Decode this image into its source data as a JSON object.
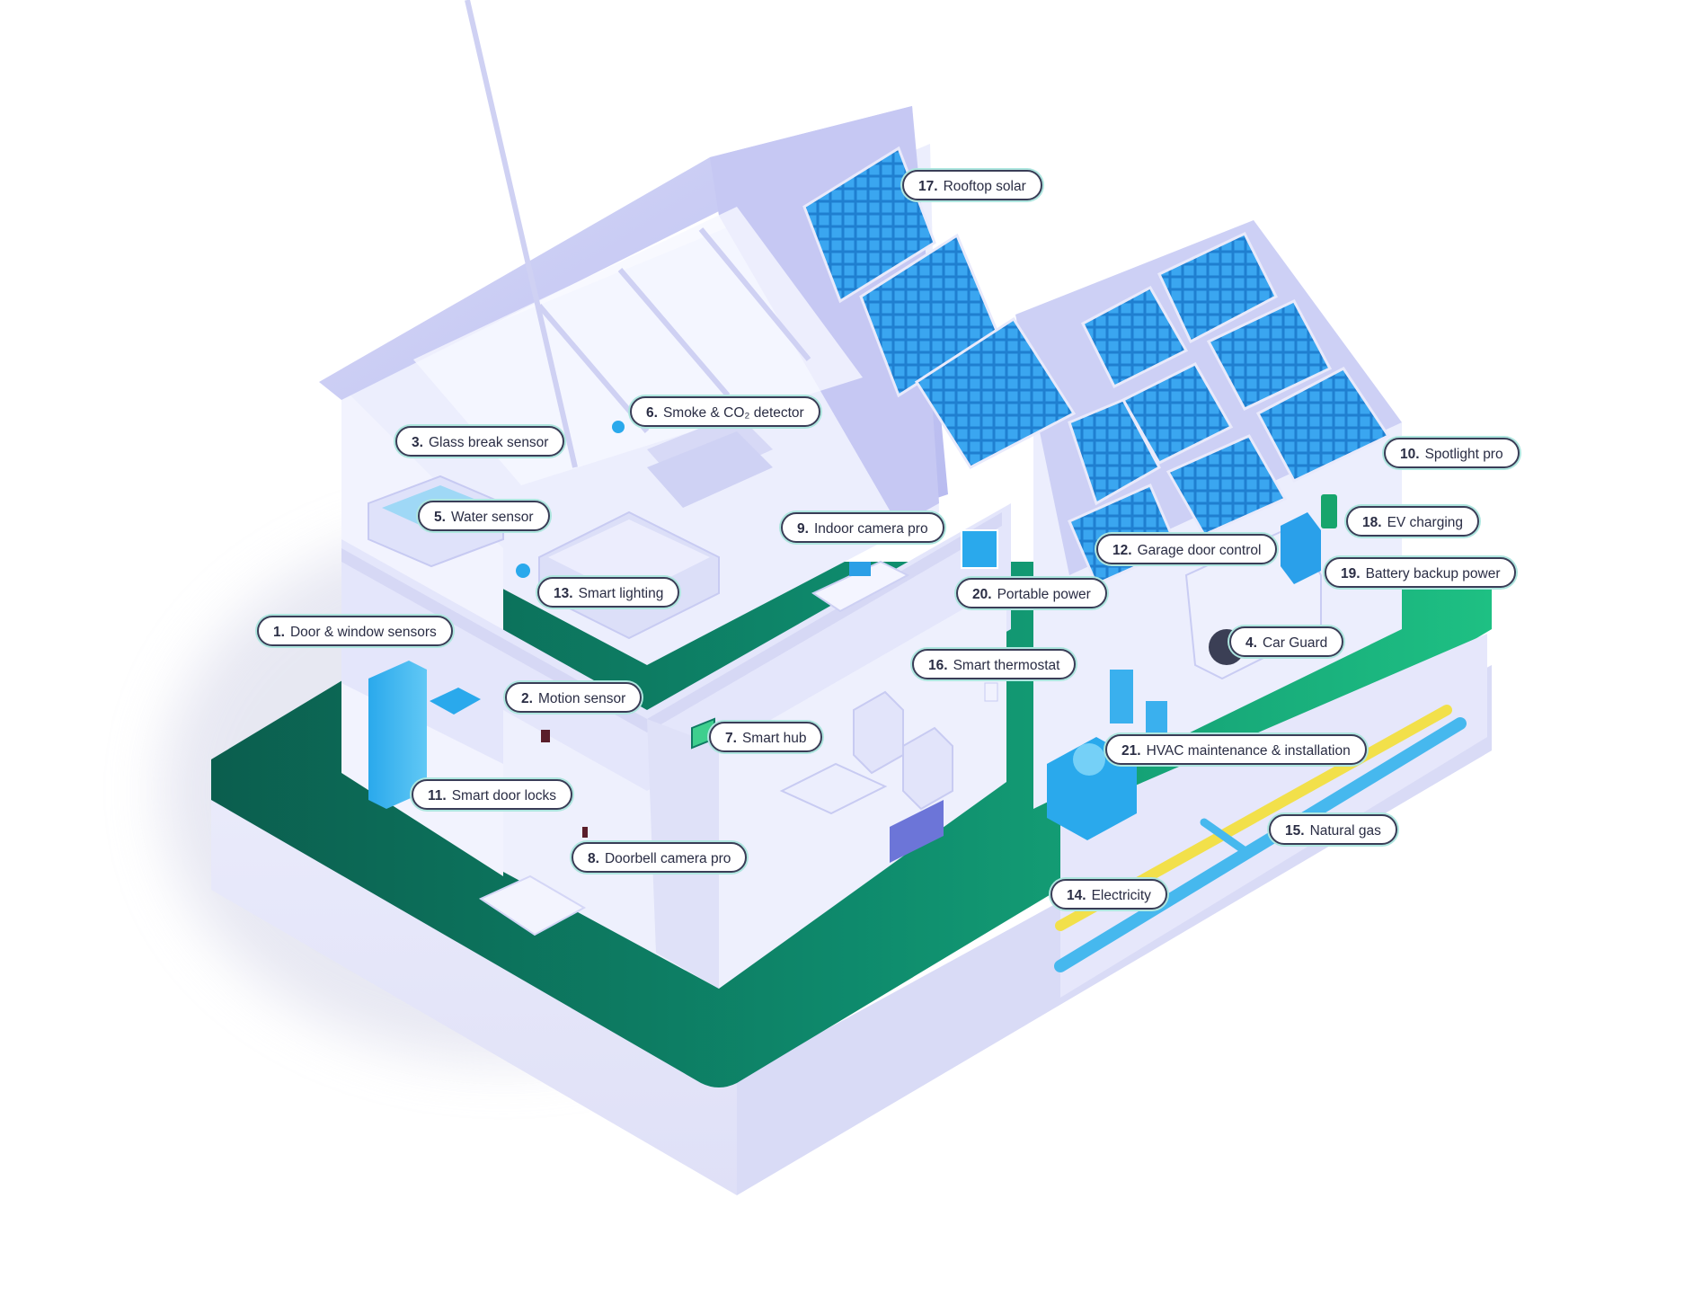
{
  "labels": [
    {
      "id": "label-door-window-sensors",
      "number": "1.",
      "text": "Door & window sensors"
    },
    {
      "id": "label-motion-sensor",
      "number": "2.",
      "text": "Motion sensor"
    },
    {
      "id": "label-glass-break-sensor",
      "number": "3.",
      "text": "Glass break sensor"
    },
    {
      "id": "label-car-guard",
      "number": "4.",
      "text": "Car Guard"
    },
    {
      "id": "label-water-sensor",
      "number": "5.",
      "text": "Water sensor"
    },
    {
      "id": "label-smoke-co2-detector",
      "number": "6.",
      "text": "Smoke & CO₂ detector"
    },
    {
      "id": "label-smart-hub",
      "number": "7.",
      "text": "Smart hub"
    },
    {
      "id": "label-doorbell-camera-pro",
      "number": "8.",
      "text": "Doorbell camera pro"
    },
    {
      "id": "label-indoor-camera-pro",
      "number": "9.",
      "text": "Indoor camera pro"
    },
    {
      "id": "label-spotlight-pro",
      "number": "10.",
      "text": "Spotlight pro"
    },
    {
      "id": "label-smart-door-locks",
      "number": "11.",
      "text": "Smart door locks"
    },
    {
      "id": "label-garage-door-control",
      "number": "12.",
      "text": "Garage door control"
    },
    {
      "id": "label-smart-lighting",
      "number": "13.",
      "text": "Smart lighting"
    },
    {
      "id": "label-electricity",
      "number": "14.",
      "text": "Electricity"
    },
    {
      "id": "label-natural-gas",
      "number": "15.",
      "text": "Natural gas"
    },
    {
      "id": "label-smart-thermostat",
      "number": "16.",
      "text": "Smart thermostat"
    },
    {
      "id": "label-rooftop-solar",
      "number": "17.",
      "text": "Rooftop solar"
    },
    {
      "id": "label-ev-charging",
      "number": "18.",
      "text": "EV charging"
    },
    {
      "id": "label-battery-backup-power",
      "number": "19.",
      "text": "Battery backup power"
    },
    {
      "id": "label-portable-power",
      "number": "20.",
      "text": "Portable power"
    },
    {
      "id": "label-hvac-maintenance-installation",
      "number": "21.",
      "text": "HVAC maintenance & installation"
    }
  ],
  "colors": {
    "ground_green": "#139a7c",
    "ground_dark": "#0b6a57",
    "wall_lavender": "#e8e9fb",
    "roof_lavender": "#c9cbf4",
    "solar_blue": "#1b7fd0",
    "pipe_yellow": "#f2e04a",
    "pipe_blue": "#46b8ee",
    "label_border": "#3a3d57",
    "label_glow": "#aee6df"
  }
}
